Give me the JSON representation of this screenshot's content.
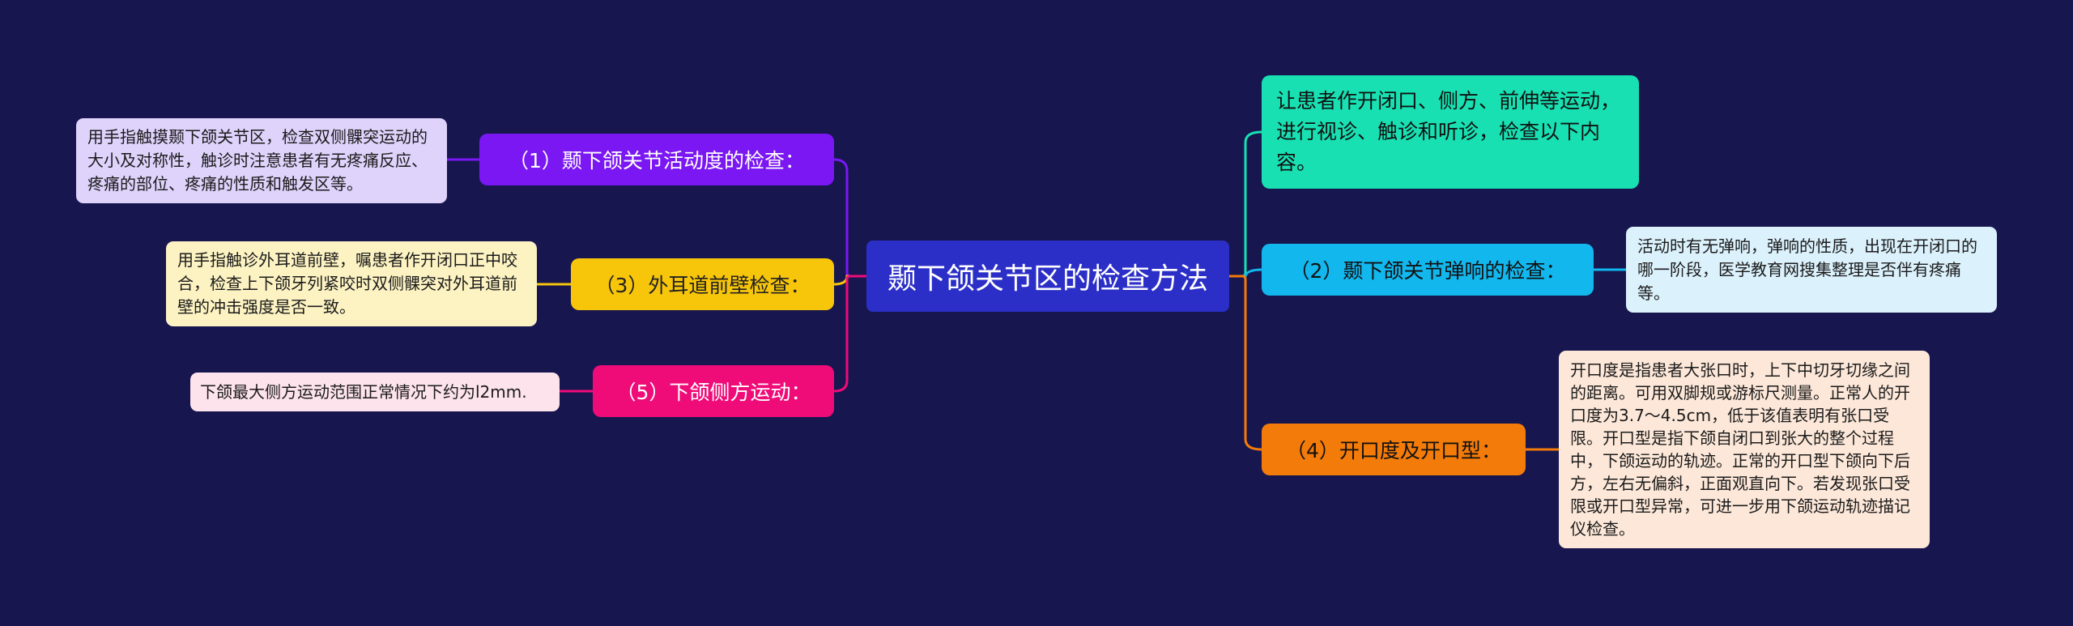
{
  "title": "颞下颌关节区的检查方法",
  "colors": {
    "background": "#17164f",
    "center": "#2b2fc7",
    "branch_1": "#7a17f2",
    "branch_2": "#12b7ee",
    "branch_3": "#f7c50a",
    "branch_4": "#f37b0a",
    "branch_5": "#ef0b78",
    "intro": "#18e0b2"
  },
  "intro": "让患者作开闭口、侧方、前伸等运动，进行视诊、触诊和听诊，检查以下内容。",
  "branches": [
    {
      "label": "（1）颞下颌关节活动度的检查：",
      "detail": "用手指触摸颞下颌关节区，检查双侧髁突运动的大小及对称性，触诊时注意患者有无疼痛反应、疼痛的部位、疼痛的性质和触发区等。"
    },
    {
      "label": "（2）颞下颌关节弹响的检查：",
      "detail": "活动时有无弹响，弹响的性质，出现在开闭口的哪一阶段，医学教育网搜集整理是否伴有疼痛等。"
    },
    {
      "label": "（3）外耳道前壁检查：",
      "detail": "用手指触诊外耳道前壁，嘱患者作开闭口正中咬合，检查上下颌牙列紧咬时双侧髁突对外耳道前壁的冲击强度是否一致。"
    },
    {
      "label": "（4）开口度及开口型：",
      "detail": "开口度是指患者大张口时，上下中切牙切缘之间的距离。可用双脚规或游标尺测量。正常人的开口度为3.7～4.5cm，低于该值表明有张口受限。开口型是指下颌自闭口到张大的整个过程中，下颌运动的轨迹。正常的开口型下颌向下后方，左右无偏斜，正面观直向下。若发现张口受限或开口型异常，可进一步用下颌运动轨迹描记仪检查。"
    },
    {
      "label": "（5）下颌侧方运动：",
      "detail": "下颌最大侧方运动范围正常情况下约为l2mm."
    }
  ]
}
